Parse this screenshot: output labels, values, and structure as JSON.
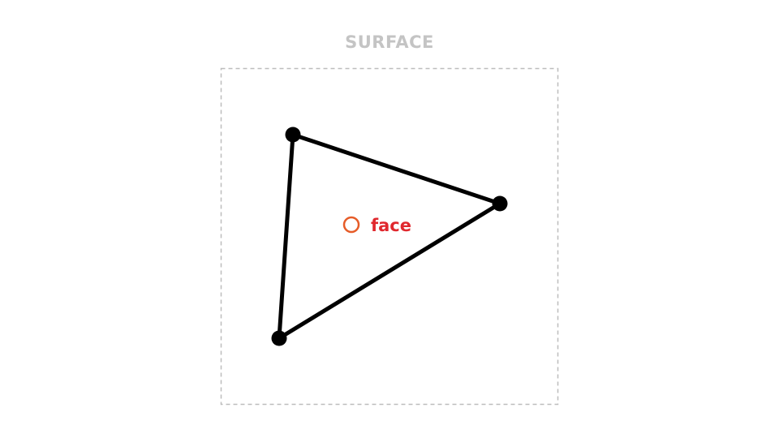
{
  "surface": {
    "title": "SURFACE",
    "border_color": "#bdbdbd"
  },
  "face": {
    "label": "face",
    "label_color": "#e0282e",
    "marker_color": "#e65c28",
    "marker_icon": "ring-icon"
  },
  "triangle": {
    "stroke_color": "#000000",
    "vertex_color": "#000000",
    "vertex_count": 3
  }
}
